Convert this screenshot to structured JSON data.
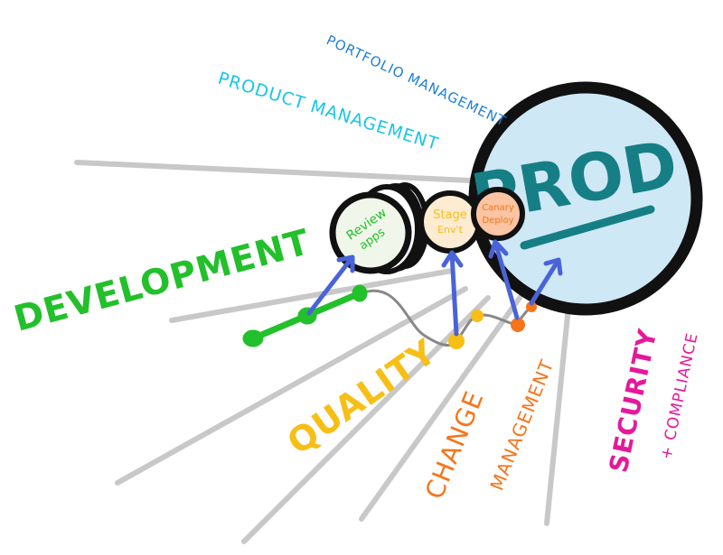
{
  "labels": {
    "portfolio": "Portfolio management",
    "product": "Product Management",
    "development": "Development",
    "quality": "Quality",
    "change_line1": "Change",
    "change_line2": "Management",
    "security_line1": "Security",
    "security_line2": "+ Compliance",
    "review_line1": "Review",
    "review_line2": "apps",
    "stage_line1": "Stage",
    "stage_line2": "Env't",
    "canary_line1": "Canary",
    "canary_line2": "Deploy",
    "prod": "PROD"
  },
  "colors": {
    "portfolio": "#1e7fd6",
    "product": "#19c6e6",
    "development": "#22c02a",
    "quality": "#f7be16",
    "change": "#f7741a",
    "security": "#e6189a",
    "prod_fill": "#cfe8f6",
    "prod_text": "#167f86",
    "stage_fill": "#fdebd2",
    "canary_fill": "#fbc4a2",
    "review_fill": "#f0f7ea",
    "arrow": "#4a63d8",
    "ray": "#c8c8c8",
    "outline": "#111111",
    "wire": "#888888"
  }
}
